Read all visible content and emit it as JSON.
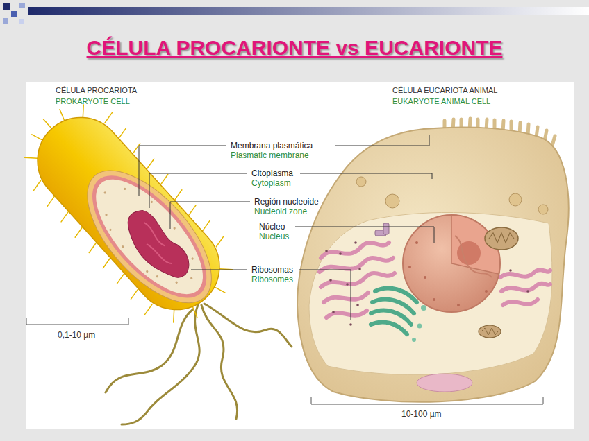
{
  "diagram": {
    "title": "CÉLULA PROCARIONTE vs EUCARIONTE",
    "labels": [
      "CÉLULA PROCARIOTA",
      "PROKARYOTE CELL",
      "CÉLULA EUCARIOTA ANIMAL",
      "EUKARYOTE ANIMAL CELL",
      "Membrana plasmática",
      "Plasmatic membrane",
      "Citoplasma",
      "Cytoplasm",
      "Región nucleoide",
      "Nucleoid zone",
      "Núcleo",
      "Nucleus",
      "Ribosomas",
      "Ribosomes",
      "0,1-10 µm",
      "10-100 µm"
    ]
  }
}
